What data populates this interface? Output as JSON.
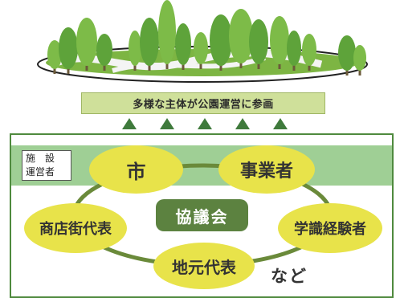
{
  "banner": {
    "text": "多様な主体が公園運営に参画"
  },
  "management_label": {
    "line1": "施　設",
    "line2": "運営者"
  },
  "stakeholders": {
    "city": "市",
    "business": "事業者",
    "academic": "学識経験者",
    "local": "地元代表",
    "shopping": "商店街代表"
  },
  "council": "協議会",
  "etc": "など",
  "colors": {
    "oval_fill": "#e8e34a",
    "council_fill": "#5c8240",
    "banner_fill": "#cfe09a",
    "strip_fill": "#9fcf95",
    "frame_border": "#4f8a3e",
    "arrow": "#3f7a3c"
  }
}
